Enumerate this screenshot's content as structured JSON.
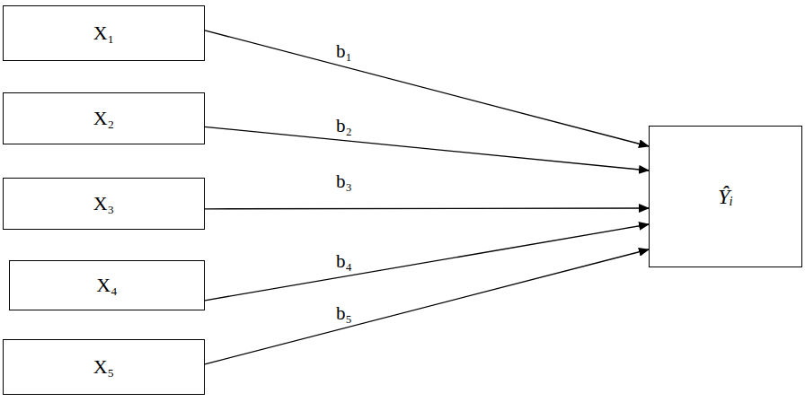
{
  "diagram": {
    "nodes": [
      {
        "text": [
          "X₁"
        ]
      },
      {
        "text": [
          "X₂"
        ]
      },
      {
        "text": [
          "X₃"
        ]
      },
      {
        "text": [
          "X₄"
        ]
      },
      {
        "text": [
          "X₅"
        ]
      },
      {
        "text": [
          "Ŷᵢ"
        ]
      }
    ],
    "edges": [
      {
        "from": 0,
        "to": 5,
        "arrow": "to",
        "label": "b₁"
      },
      {
        "from": 1,
        "to": 5,
        "arrow": "to",
        "label": "b₂"
      },
      {
        "from": 2,
        "to": 5,
        "arrow": "to",
        "label": "b₃"
      },
      {
        "from": 3,
        "to": 5,
        "arrow": "to",
        "label": "b₄"
      },
      {
        "from": 4,
        "to": 5,
        "arrow": "to",
        "label": "b₅"
      }
    ]
  }
}
